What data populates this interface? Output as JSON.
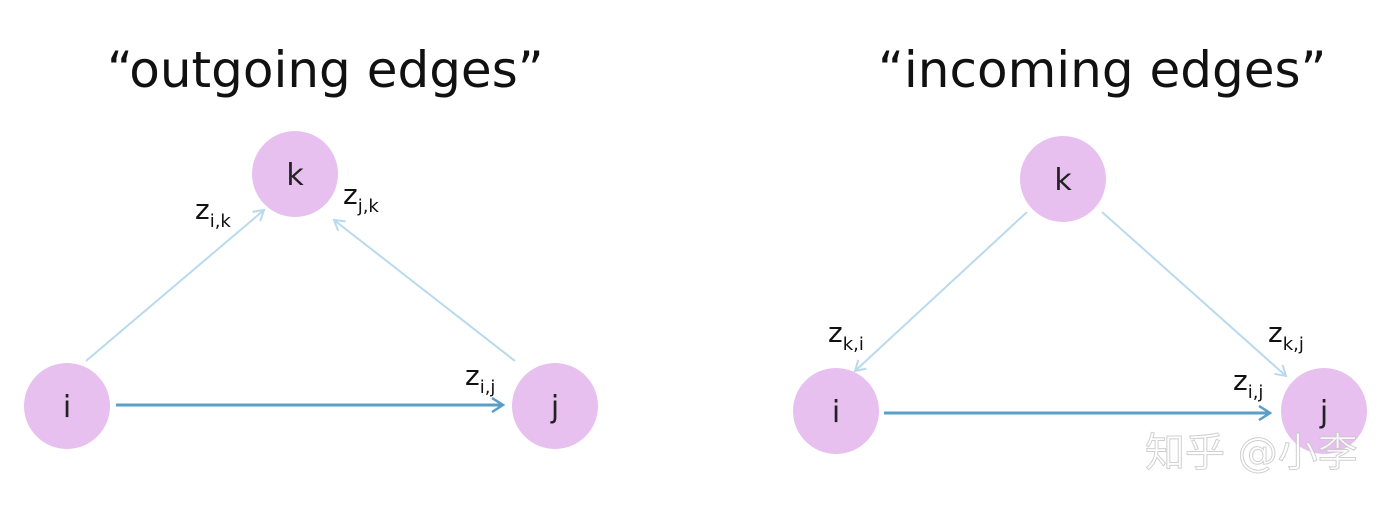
{
  "panels": [
    {
      "title": "“outgoing edges”",
      "nodes": {
        "i": "i",
        "j": "j",
        "k": "k"
      },
      "edges": {
        "ik": {
          "base": "z",
          "sub": "i,k"
        },
        "jk": {
          "base": "z",
          "sub": "j,k"
        },
        "ij": {
          "base": "z",
          "sub": "i,j"
        }
      }
    },
    {
      "title": "“incoming edges”",
      "nodes": {
        "i": "i",
        "j": "j",
        "k": "k"
      },
      "edges": {
        "ki": {
          "base": "z",
          "sub": "k,i"
        },
        "kj": {
          "base": "z",
          "sub": "k,j"
        },
        "ij": {
          "base": "z",
          "sub": "i,j"
        }
      }
    }
  ],
  "watermark": "知乎 @小李",
  "colors": {
    "node_fill": "#e7c0ef",
    "light_edge": "#b9daee",
    "strong_edge": "#5b9ec7"
  }
}
